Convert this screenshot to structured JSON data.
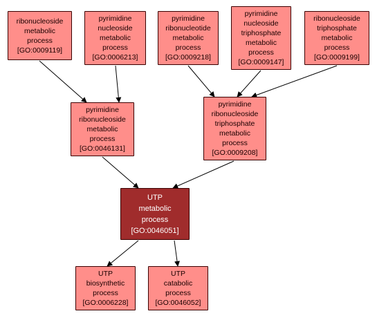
{
  "nodes": {
    "n9119": {
      "lines": [
        "ribonucleoside",
        "metabolic",
        "process",
        "[GO:0009119]"
      ]
    },
    "n6213": {
      "lines": [
        "pyrimidine",
        "nucleoside",
        "metabolic",
        "process",
        "[GO:0006213]"
      ]
    },
    "n9218": {
      "lines": [
        "pyrimidine",
        "ribonucleotide",
        "metabolic",
        "process",
        "[GO:0009218]"
      ]
    },
    "n9147": {
      "lines": [
        "pyrimidine",
        "nucleoside",
        "triphosphate",
        "metabolic",
        "process",
        "[GO:0009147]"
      ]
    },
    "n9199": {
      "lines": [
        "ribonucleoside",
        "triphosphate",
        "metabolic",
        "process",
        "[GO:0009199]"
      ]
    },
    "n46131": {
      "lines": [
        "pyrimidine",
        "ribonucleoside",
        "metabolic",
        "process",
        "[GO:0046131]"
      ]
    },
    "n9208": {
      "lines": [
        "pyrimidine",
        "ribonucleoside",
        "triphosphate",
        "metabolic",
        "process",
        "[GO:0009208]"
      ]
    },
    "n46051": {
      "lines": [
        "UTP",
        "metabolic",
        "process",
        "[GO:0046051]"
      ]
    },
    "n6228": {
      "lines": [
        "UTP",
        "biosynthetic",
        "process",
        "[GO:0006228]"
      ]
    },
    "n46052": {
      "lines": [
        "UTP",
        "catabolic",
        "process",
        "[GO:0046052]"
      ]
    }
  },
  "colors": {
    "node_fill": "#ff8e8a",
    "focus_fill": "#a02c2c",
    "edge": "#000000"
  },
  "edges": [
    [
      "n9119",
      "n46131"
    ],
    [
      "n6213",
      "n46131"
    ],
    [
      "n9218",
      "n9208"
    ],
    [
      "n9147",
      "n9208"
    ],
    [
      "n9199",
      "n9208"
    ],
    [
      "n46131",
      "n46051"
    ],
    [
      "n9208",
      "n46051"
    ],
    [
      "n46051",
      "n6228"
    ],
    [
      "n46051",
      "n46052"
    ]
  ]
}
